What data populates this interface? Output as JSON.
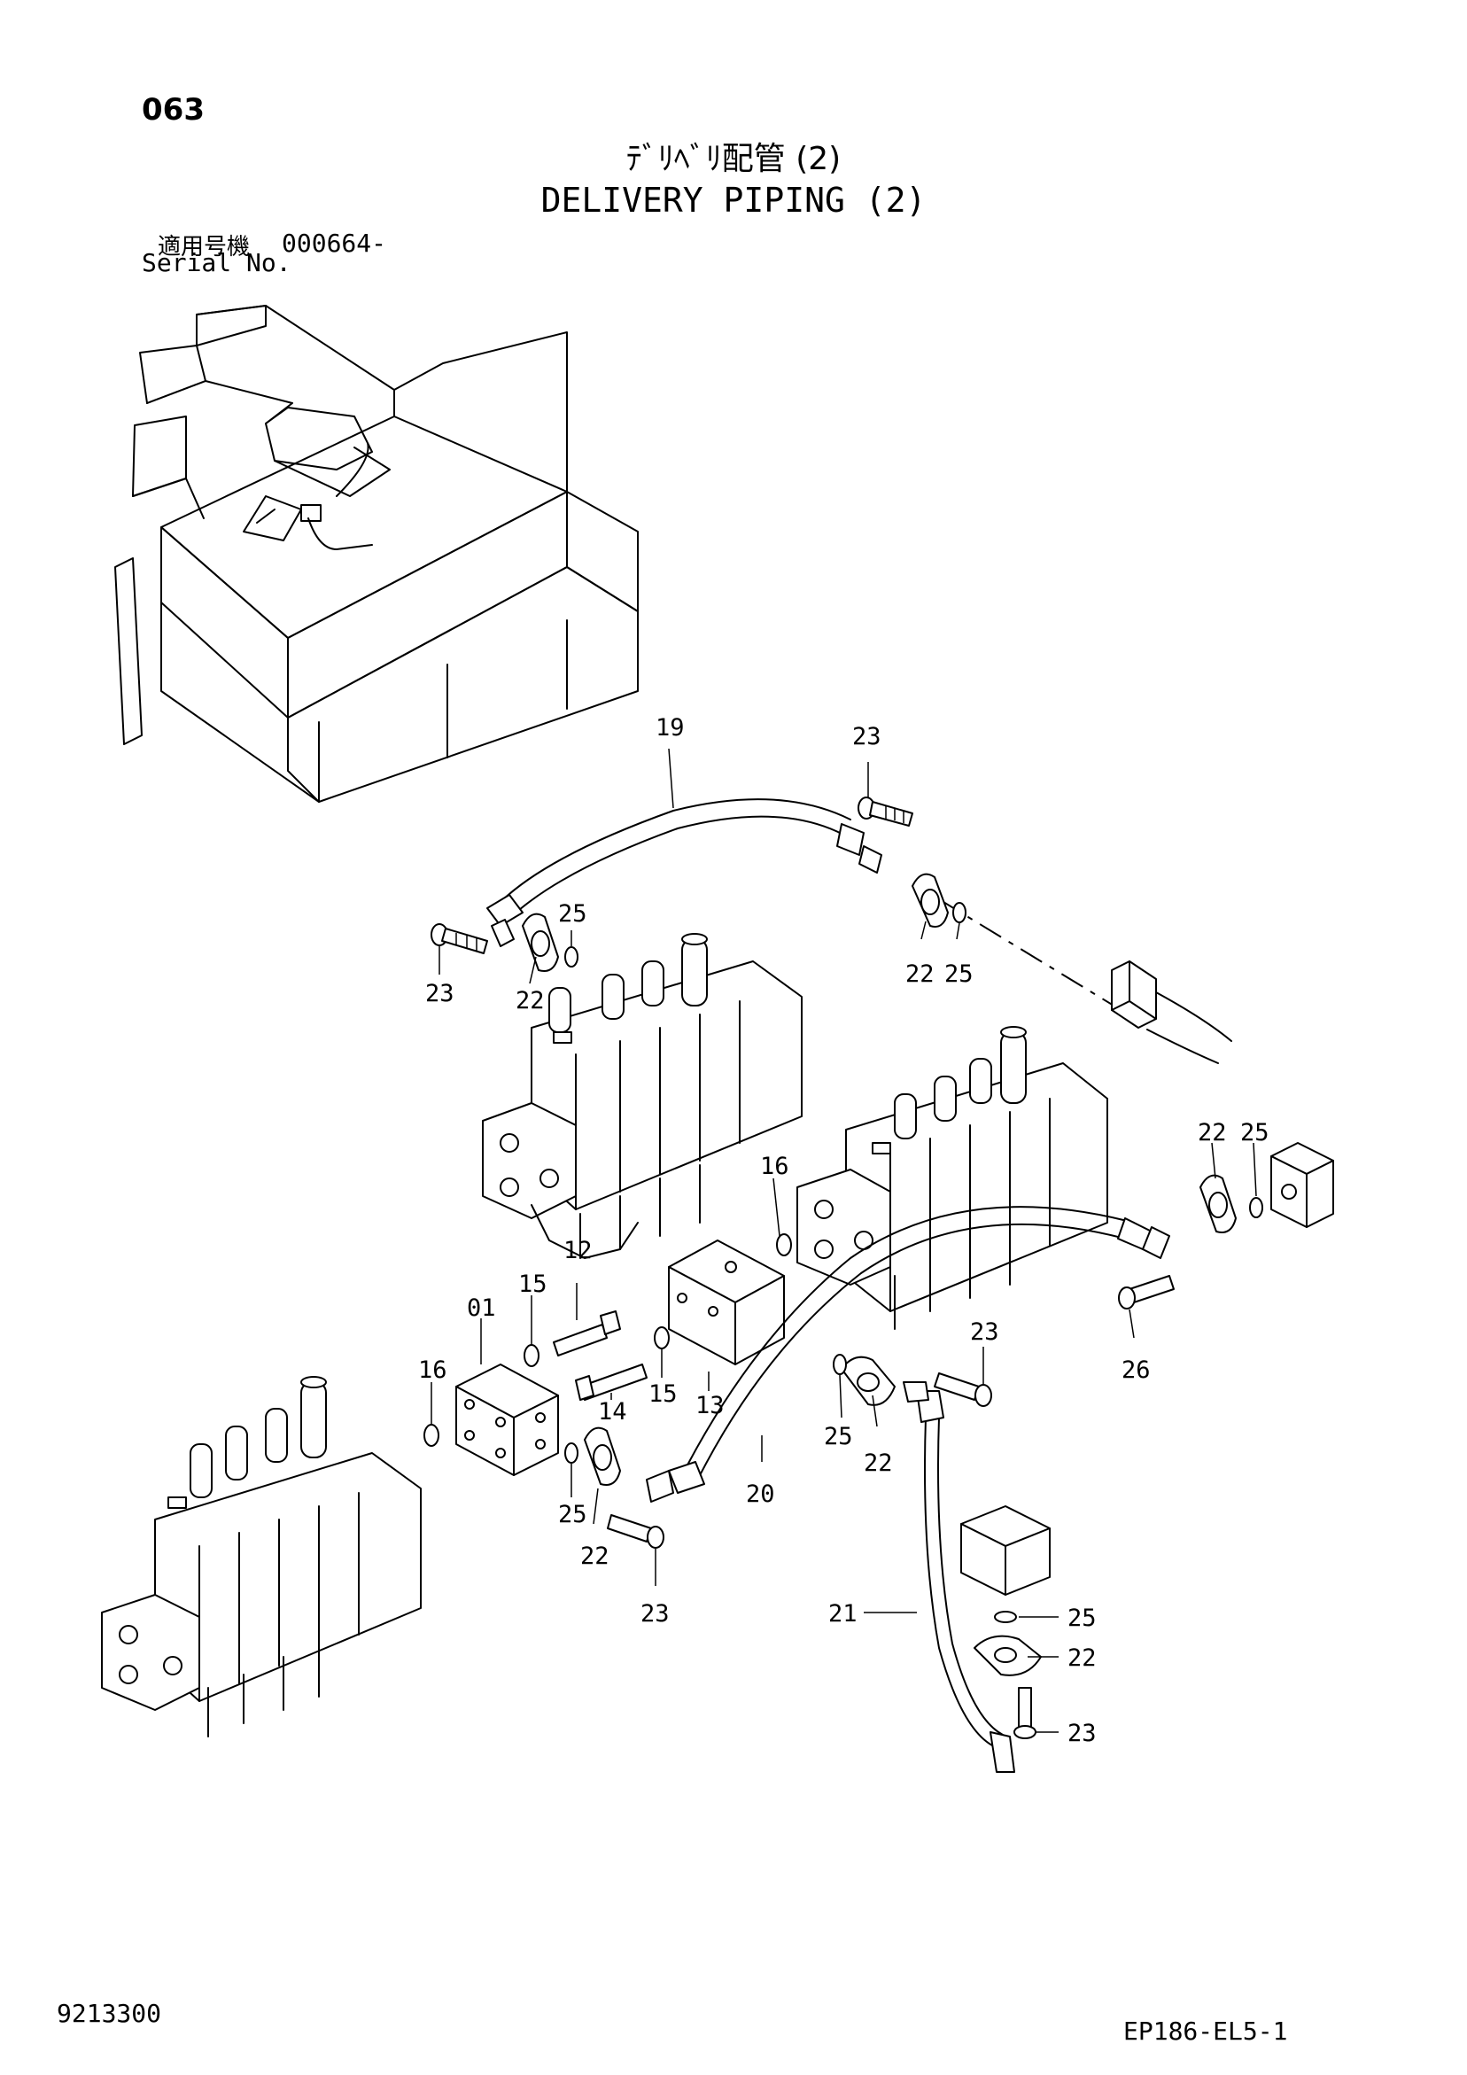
{
  "header": {
    "page_number": "063",
    "title_jp": "ﾃﾞﾘﾍﾞﾘ配管 (2)",
    "title_en": "DELIVERY PIPING (2)",
    "serial_label_jp": "適用号機",
    "serial_value": "000664-",
    "serial_label_en": "Serial No."
  },
  "footer": {
    "doc_number": "9213300",
    "figure_code": "EP186-EL5-1"
  },
  "callouts": {
    "p19": "19",
    "p23_top": "23",
    "p25_top_left": "25",
    "p23_left": "23",
    "p22_left": "22",
    "p22_top_right": "22",
    "p25_top_right": "25",
    "p22_right": "22",
    "p25_right": "25",
    "p16_mid": "16",
    "p12": "12",
    "p15_left": "15",
    "p01": "01",
    "p16_left": "16",
    "p14": "14",
    "p15_mid": "15",
    "p13": "13",
    "p23_mid": "23",
    "p26": "26",
    "p25_mid": "25",
    "p22_mid": "22",
    "p20": "20",
    "p25_low": "25",
    "p22_low": "22",
    "p23_low": "23",
    "p21": "21",
    "p25_side": "25",
    "p22_side": "22",
    "p23_side": "23"
  }
}
